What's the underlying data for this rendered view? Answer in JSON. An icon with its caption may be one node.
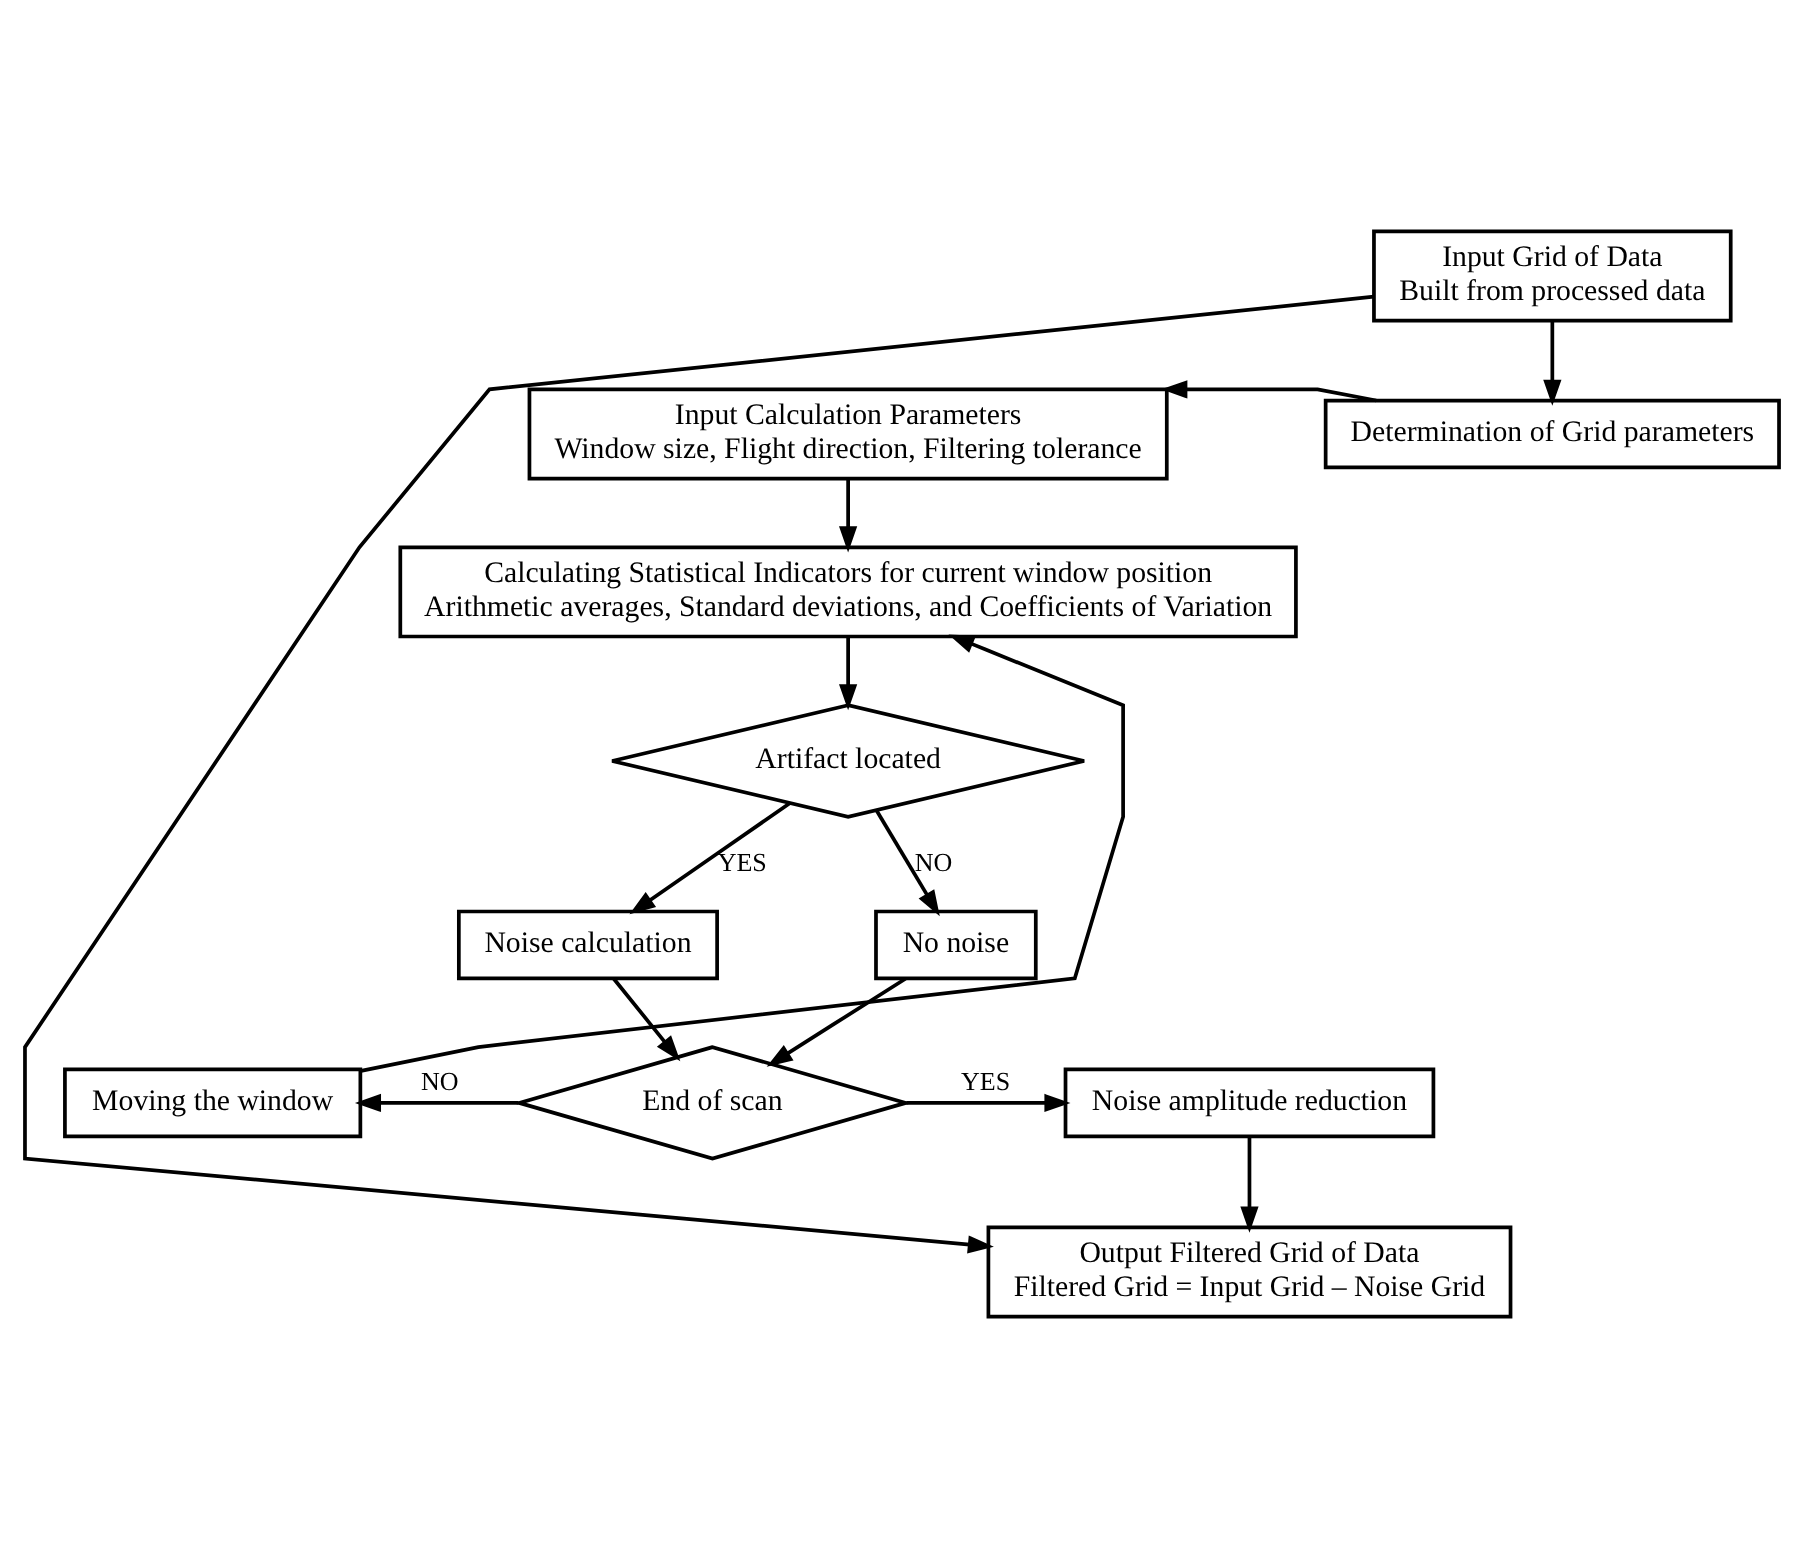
{
  "diagram": {
    "nodes": [
      {
        "text": [
          "Input Grid of Data",
          "Built from processed data"
        ]
      },
      {
        "text": [
          "Input Calculation Parameters",
          "Window size, Flight direction, Filtering tolerance"
        ]
      },
      {
        "text": [
          "Determination of Grid parameters"
        ]
      },
      {
        "text": [
          "Calculating Statistical Indicators for current window position",
          "Arithmetic averages, Standard deviations, and Coefficients of Variation"
        ]
      },
      {
        "text": [
          "Artifact located"
        ]
      },
      {
        "text": [
          "Noise calculation"
        ]
      },
      {
        "text": [
          "No noise"
        ]
      },
      {
        "text": [
          "End of scan"
        ]
      },
      {
        "text": [
          "Moving the window"
        ]
      },
      {
        "text": [
          "Noise amplitude reduction"
        ]
      },
      {
        "text": [
          "Output Filtered Grid of Data",
          "Filtered Grid = Input Grid – Noise Grid"
        ]
      }
    ],
    "edges": [
      {
        "from": 0,
        "to": 2,
        "arrow": "to"
      },
      {
        "from": 2,
        "to": 1,
        "arrow": "to"
      },
      {
        "from": 1,
        "to": 3,
        "arrow": "to"
      },
      {
        "from": 3,
        "to": 4,
        "arrow": "to"
      },
      {
        "from": 4,
        "to": 5,
        "arrow": "to",
        "label": "YES"
      },
      {
        "from": 4,
        "to": 6,
        "arrow": "to",
        "label": "NO"
      },
      {
        "from": 5,
        "to": 7,
        "arrow": "to"
      },
      {
        "from": 6,
        "to": 7,
        "arrow": "to"
      },
      {
        "from": 7,
        "to": 8,
        "arrow": "to",
        "label": "NO"
      },
      {
        "from": 7,
        "to": 9,
        "arrow": "to",
        "label": "YES"
      },
      {
        "from": 8,
        "to": 3,
        "arrow": "to"
      },
      {
        "from": 9,
        "to": 10,
        "arrow": "to"
      },
      {
        "from": 0,
        "to": 10,
        "arrow": "to"
      }
    ]
  }
}
